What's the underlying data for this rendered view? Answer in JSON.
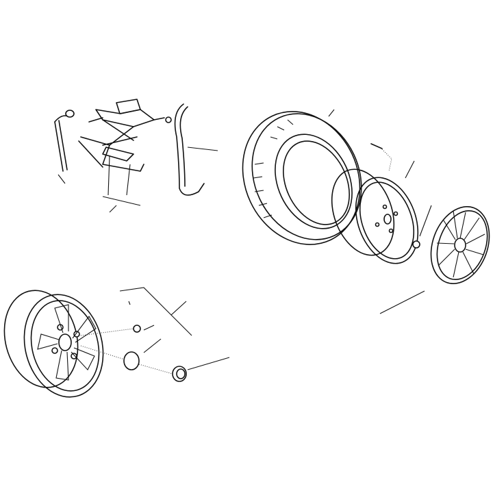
{
  "colors": {
    "background": "#ffffff",
    "line": "#111111"
  },
  "parts": [
    {
      "id": "wheel-brace",
      "icon": "wrench-icon"
    },
    {
      "id": "scissor-jack",
      "icon": "jack-icon"
    },
    {
      "id": "jack-handle",
      "icon": "rod-icon"
    },
    {
      "id": "spare-wheel-strap",
      "icon": "strap-icon"
    },
    {
      "id": "tyre",
      "icon": "tyre-icon"
    },
    {
      "id": "tyre-valve",
      "icon": "valve-icon"
    },
    {
      "id": "steel-rim",
      "icon": "rim-icon"
    },
    {
      "id": "wheel-nut",
      "icon": "nut-icon"
    },
    {
      "id": "wheel-trim",
      "icon": "hubcap-icon"
    },
    {
      "id": "alloy-wheel",
      "icon": "alloy-wheel-icon"
    },
    {
      "id": "alloy-wheel-nut",
      "icon": "nut-icon"
    },
    {
      "id": "centre-cap",
      "icon": "cap-icon"
    },
    {
      "id": "nut-cover",
      "icon": "cap-icon"
    }
  ]
}
